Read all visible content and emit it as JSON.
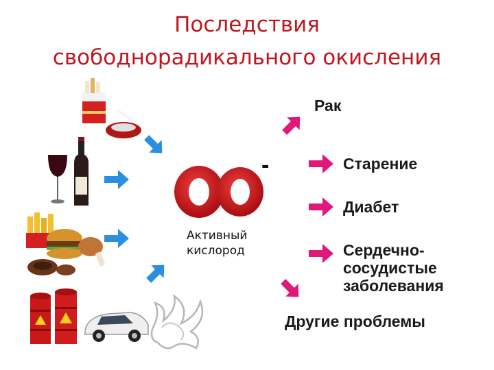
{
  "title": {
    "line1": "Последствия",
    "line2": "свободнорадикального окисления"
  },
  "oxygen": {
    "label_line1": "Активный",
    "label_line2": "кислород",
    "charge": "-"
  },
  "results": {
    "r1": "Рак",
    "r2": "Старение",
    "r3": "Диабет",
    "r4_line1": "Сердечно-",
    "r4_line2": "сосудистые",
    "r4_line3": "заболевания",
    "r5": "Другие проблемы"
  },
  "icons": {
    "smoking": "cigarettes-ashtray-icon",
    "alcohol": "wine-bottle-glass-icon",
    "food": "fast-food-icon",
    "pollution": "oil-barrels-car-exhaust-icon"
  },
  "colors": {
    "title": "#c0171f",
    "arrow_in": "#2a8fe0",
    "arrow_out": "#e0187a",
    "oxygen": "#c4121a"
  }
}
